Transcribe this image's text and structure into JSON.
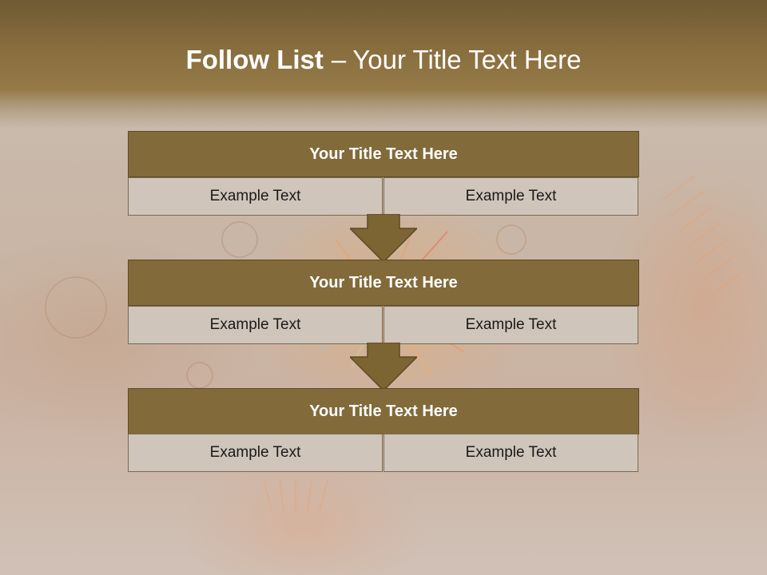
{
  "slide": {
    "title_bold": "Follow List",
    "title_separator": "–",
    "title_normal": "Your Title Text Here"
  },
  "blocks": [
    {
      "title": "Your Title Text Here",
      "left_text": "Example Text",
      "right_text": "Example Text"
    },
    {
      "title": "Your Title Text Here",
      "left_text": "Example Text",
      "right_text": "Example Text"
    },
    {
      "title": "Your Title Text Here",
      "left_text": "Example Text",
      "right_text": "Example Text"
    }
  ],
  "colors": {
    "header_band": "#876c3d",
    "block_title_fill": "#826a3a",
    "cell_fill": "#cfc5bb",
    "arrow_fill": "#7d6533"
  },
  "icons": [
    "down-arrow-icon",
    "down-arrow-icon"
  ]
}
